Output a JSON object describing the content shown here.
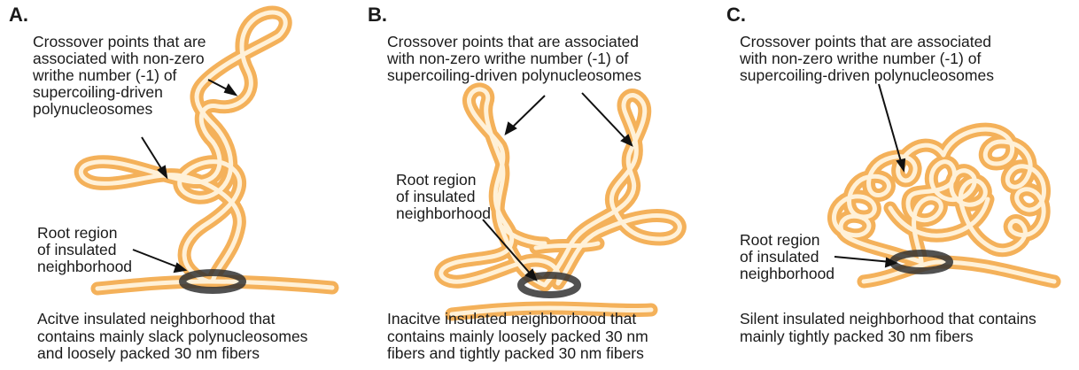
{
  "panels": [
    {
      "letter": "A.",
      "crossover_label": "Crossover points that are\nassociated with non-zero\nwrithe number (-1) of\nsupercoiling-driven\npolynucleosomes",
      "root_label": "Root region\nof insulated\nneighborhood",
      "caption": "Acitve insulated neighborhood that\ncontains mainly slack polynucleosomes\nand loosely packed 30 nm fibers"
    },
    {
      "letter": "B.",
      "crossover_label": "Crossover points that are associated\nwith non-zero writhe number (-1) of\nsupercoiling-driven polynucleosomes",
      "root_label": "Root region\nof insulated\nneighborhood",
      "caption": "Inacitve insulated neighborhood that\ncontains mainly loosely packed 30 nm\nfibers and tightly packed 30 nm fibers"
    },
    {
      "letter": "C.",
      "crossover_label": "Crossover points that are associated\nwith non-zero writhe number (-1) of\nsupercoiling-driven polynucleosomes",
      "root_label": "Root region\nof insulated\nneighborhood",
      "caption": "Silent insulated neighborhood that contains\nmainly tightly packed 30 nm fibers"
    }
  ],
  "colors": {
    "fiber_outer": "#f4b15a",
    "fiber_inner": "#fff1d8",
    "ring": "#333333",
    "text": "#1a1a1a"
  }
}
